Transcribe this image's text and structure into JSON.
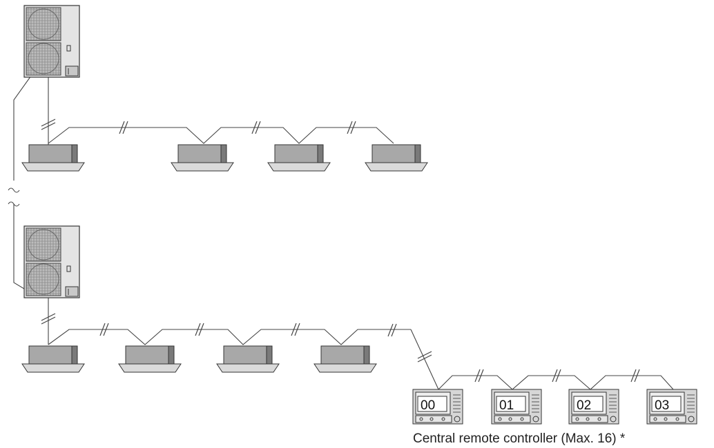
{
  "caption": "Central remote controller (Max. 16) *",
  "outdoor_units": [
    {
      "name": "outdoor-unit-1"
    },
    {
      "name": "outdoor-unit-2"
    }
  ],
  "indoor_groups": [
    {
      "count": 4
    },
    {
      "count": 4
    }
  ],
  "controllers": [
    {
      "label": "00"
    },
    {
      "label": "01"
    },
    {
      "label": "02"
    },
    {
      "label": "03"
    }
  ],
  "colors": {
    "unit_body": "#e4e4e4",
    "panel": "#c8c8c8",
    "indoor_body": "#a8a8a8",
    "indoor_side": "#7a7a7a",
    "wire": "#444444"
  }
}
